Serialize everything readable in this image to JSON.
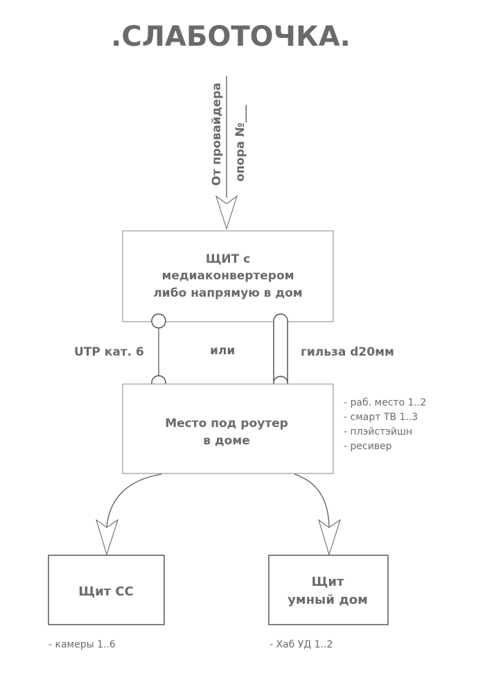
{
  "title": ".СЛАБОТОЧКА.",
  "input": {
    "line1": "От провайдера",
    "line2": "опора №___"
  },
  "box_panel": {
    "lines": [
      "ЩИТ с",
      "медиаконвертером",
      "либо напрямую в дом"
    ]
  },
  "connector": {
    "utp_label": "UTP кат. 6",
    "or_label": "или",
    "sleeve_label": "гильза d20мм"
  },
  "box_router": {
    "lines": [
      "Место под роутер",
      "в доме"
    ]
  },
  "router_list": [
    "- раб. место 1..2",
    "- смарт ТВ 1..3",
    "- плэйстэйшн",
    "- ресивер"
  ],
  "box_cctv": {
    "label": "Щит СС",
    "note": "- камеры 1..6"
  },
  "box_smart": {
    "lines": [
      "Щит",
      "умный дом"
    ],
    "note": "- Хаб УД 1..2"
  }
}
